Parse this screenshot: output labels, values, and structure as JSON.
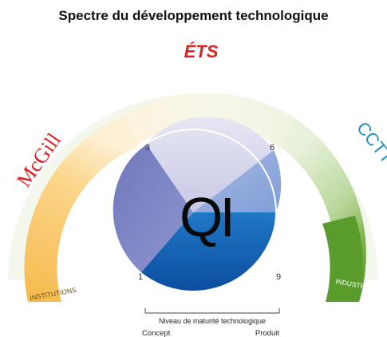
{
  "title": "Spectre du développement technologique",
  "partners": {
    "left": "McGill",
    "center": "ÉTS",
    "right": "CCTT"
  },
  "arc_labels": {
    "left": "INSTITUTIONS",
    "right": "INDUSTRIES"
  },
  "center_logo": "QI",
  "levels": [
    "1",
    "3",
    "6",
    "9"
  ],
  "scale": {
    "caption": "Niveau de maturité technologique",
    "start": "Concept",
    "end": "Produit"
  },
  "colors": {
    "institutions": "#f8c46c",
    "industries": "#5a9c2c",
    "ets_red": "#e02020",
    "cctt_blue": "#1a8fc6",
    "circle_dark": "#1565b8"
  }
}
